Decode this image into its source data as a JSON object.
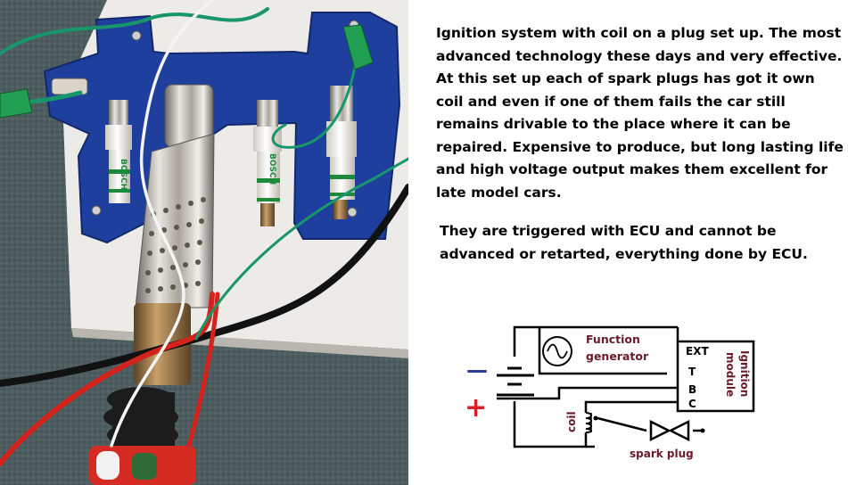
{
  "description": {
    "paragraph1": "Ignition system with coil on a plug set up. The most advanced technology these days and very effective. At this set up each of spark plugs has got it own coil and even if one of them fails the car still remains drivable to the place where it can be repaired. Expensive to produce, but long lasting life and high voltage output makes them excellent for late model cars.",
    "paragraph2": "They are triggered with ECU and cannot be advanced or retarted, everything done by ECU."
  },
  "photo": {
    "plug_brand": "BOSCH"
  },
  "diagram": {
    "function_generator_line1": "Function",
    "function_generator_line2": "generator",
    "module_line1": "Ignition",
    "module_line2": "module",
    "pin_ext": "EXT",
    "pin_t": "T",
    "pin_b": "B",
    "pin_c": "C",
    "battery_minus": "—",
    "battery_plus": "+",
    "coil_label": "coil",
    "spark_plug_label": "spark plug"
  },
  "colors": {
    "label_color": "#6b1a2a",
    "minus_color": "#2a3c9a",
    "plus_color": "#d81f26",
    "board_blue": "#1f3f9e"
  }
}
